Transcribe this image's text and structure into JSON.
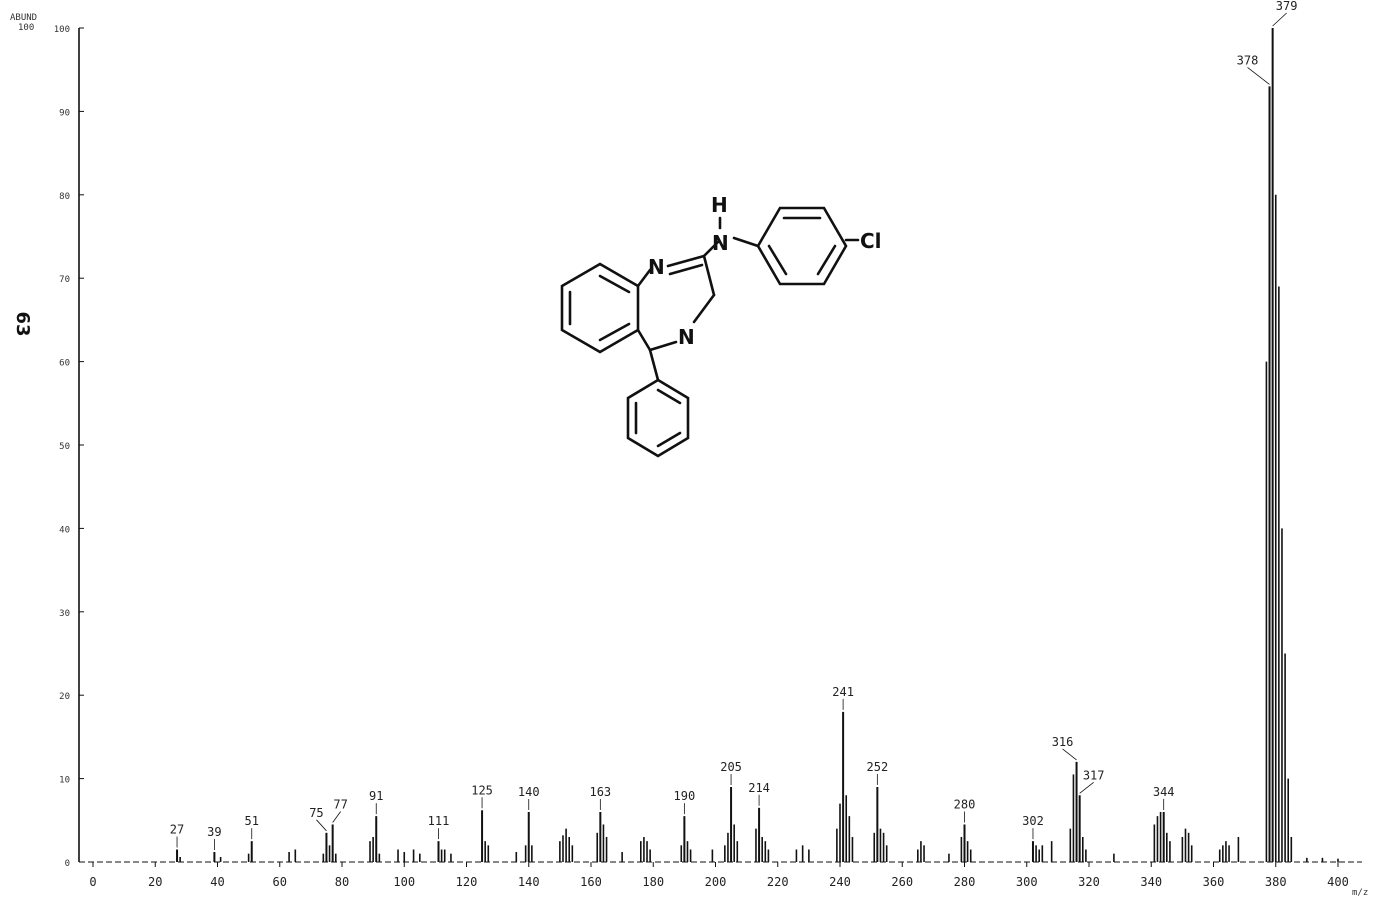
{
  "page": {
    "page_number": "63",
    "corner_label_top": "ABUND",
    "corner_label_bottom": "100"
  },
  "molecule": {
    "atom_labels": [
      "H",
      "N",
      "N",
      "N",
      "Cl"
    ]
  },
  "colors": {
    "ink": "#111111",
    "background": "#ffffff"
  },
  "chart_data": {
    "type": "bar",
    "xlabel": "m/z",
    "ylabel": "",
    "xlim": [
      0,
      415
    ],
    "ylim": [
      0,
      100
    ],
    "x_ticks": [
      {
        "value": 0,
        "label": "0"
      },
      {
        "value": 20,
        "label": "20"
      },
      {
        "value": 40,
        "label": "40"
      },
      {
        "value": 60,
        "label": "60"
      },
      {
        "value": 80,
        "label": "80"
      },
      {
        "value": 100,
        "label": "100"
      },
      {
        "value": 120,
        "label": "120"
      },
      {
        "value": 140,
        "label": "140"
      },
      {
        "value": 160,
        "label": "160"
      },
      {
        "value": 180,
        "label": "180"
      },
      {
        "value": 200,
        "label": "200"
      },
      {
        "value": 220,
        "label": "220"
      },
      {
        "value": 240,
        "label": "240"
      },
      {
        "value": 260,
        "label": "260"
      },
      {
        "value": 280,
        "label": "280"
      },
      {
        "value": 300,
        "label": "300"
      },
      {
        "value": 320,
        "label": "320"
      },
      {
        "value": 340,
        "label": "340"
      },
      {
        "value": 360,
        "label": "360"
      },
      {
        "value": 380,
        "label": "380"
      },
      {
        "value": 400,
        "label": "400"
      }
    ],
    "y_ticks": [
      {
        "value": 0,
        "label": "0"
      },
      {
        "value": 10,
        "label": "10"
      },
      {
        "value": 20,
        "label": "20"
      },
      {
        "value": 30,
        "label": "30"
      },
      {
        "value": 40,
        "label": "40"
      },
      {
        "value": 50,
        "label": "50"
      },
      {
        "value": 60,
        "label": "60"
      },
      {
        "value": 70,
        "label": "70"
      },
      {
        "value": 80,
        "label": "80"
      },
      {
        "value": 90,
        "label": "90"
      },
      {
        "value": 100,
        "label": "100"
      }
    ],
    "labeled_peaks": [
      {
        "mz": 27,
        "intensity": 1.5,
        "label": "27"
      },
      {
        "mz": 39,
        "intensity": 1.2,
        "label": "39"
      },
      {
        "mz": 51,
        "intensity": 2.5,
        "label": "51"
      },
      {
        "mz": 75,
        "intensity": 3.5,
        "label": "75"
      },
      {
        "mz": 77,
        "intensity": 4.5,
        "label": "77"
      },
      {
        "mz": 91,
        "intensity": 5.5,
        "label": "91"
      },
      {
        "mz": 111,
        "intensity": 2.5,
        "label": "111"
      },
      {
        "mz": 125,
        "intensity": 6.2,
        "label": "125"
      },
      {
        "mz": 140,
        "intensity": 6.0,
        "label": "140"
      },
      {
        "mz": 163,
        "intensity": 6.0,
        "label": "163"
      },
      {
        "mz": 190,
        "intensity": 5.5,
        "label": "190"
      },
      {
        "mz": 205,
        "intensity": 9.0,
        "label": "205"
      },
      {
        "mz": 214,
        "intensity": 6.5,
        "label": "214"
      },
      {
        "mz": 241,
        "intensity": 18.0,
        "label": "241"
      },
      {
        "mz": 252,
        "intensity": 9.0,
        "label": "252"
      },
      {
        "mz": 280,
        "intensity": 4.5,
        "label": "280"
      },
      {
        "mz": 302,
        "intensity": 2.5,
        "label": "302"
      },
      {
        "mz": 316,
        "intensity": 12.0,
        "label": "316"
      },
      {
        "mz": 317,
        "intensity": 8.0,
        "label": "317"
      },
      {
        "mz": 344,
        "intensity": 6.0,
        "label": "344"
      },
      {
        "mz": 378,
        "intensity": 93.0,
        "label": "378"
      },
      {
        "mz": 379,
        "intensity": 100.0,
        "label": "379"
      }
    ],
    "minor_peaks": [
      {
        "mz": 28,
        "intensity": 0.6
      },
      {
        "mz": 41,
        "intensity": 0.6
      },
      {
        "mz": 50,
        "intensity": 1.0
      },
      {
        "mz": 63,
        "intensity": 1.2
      },
      {
        "mz": 65,
        "intensity": 1.5
      },
      {
        "mz": 74,
        "intensity": 1.0
      },
      {
        "mz": 76,
        "intensity": 2.0
      },
      {
        "mz": 78,
        "intensity": 1.0
      },
      {
        "mz": 89,
        "intensity": 2.5
      },
      {
        "mz": 90,
        "intensity": 3.0
      },
      {
        "mz": 92,
        "intensity": 1.0
      },
      {
        "mz": 98,
        "intensity": 1.5
      },
      {
        "mz": 100,
        "intensity": 1.2
      },
      {
        "mz": 103,
        "intensity": 1.5
      },
      {
        "mz": 105,
        "intensity": 1.0
      },
      {
        "mz": 112,
        "intensity": 1.5
      },
      {
        "mz": 113,
        "intensity": 1.5
      },
      {
        "mz": 115,
        "intensity": 1.0
      },
      {
        "mz": 126,
        "intensity": 2.5
      },
      {
        "mz": 127,
        "intensity": 2.0
      },
      {
        "mz": 136,
        "intensity": 1.2
      },
      {
        "mz": 139,
        "intensity": 2.0
      },
      {
        "mz": 141,
        "intensity": 2.0
      },
      {
        "mz": 150,
        "intensity": 2.5
      },
      {
        "mz": 151,
        "intensity": 3.2
      },
      {
        "mz": 152,
        "intensity": 4.0
      },
      {
        "mz": 153,
        "intensity": 3.0
      },
      {
        "mz": 154,
        "intensity": 2.0
      },
      {
        "mz": 162,
        "intensity": 3.5
      },
      {
        "mz": 164,
        "intensity": 4.5
      },
      {
        "mz": 165,
        "intensity": 3.0
      },
      {
        "mz": 170,
        "intensity": 1.2
      },
      {
        "mz": 176,
        "intensity": 2.5
      },
      {
        "mz": 177,
        "intensity": 3.0
      },
      {
        "mz": 178,
        "intensity": 2.5
      },
      {
        "mz": 179,
        "intensity": 1.5
      },
      {
        "mz": 189,
        "intensity": 2.0
      },
      {
        "mz": 191,
        "intensity": 2.5
      },
      {
        "mz": 192,
        "intensity": 1.5
      },
      {
        "mz": 199,
        "intensity": 1.5
      },
      {
        "mz": 203,
        "intensity": 2.0
      },
      {
        "mz": 204,
        "intensity": 3.5
      },
      {
        "mz": 206,
        "intensity": 4.5
      },
      {
        "mz": 207,
        "intensity": 2.5
      },
      {
        "mz": 213,
        "intensity": 4.0
      },
      {
        "mz": 215,
        "intensity": 3.0
      },
      {
        "mz": 216,
        "intensity": 2.5
      },
      {
        "mz": 217,
        "intensity": 1.5
      },
      {
        "mz": 226,
        "intensity": 1.5
      },
      {
        "mz": 228,
        "intensity": 2.0
      },
      {
        "mz": 230,
        "intensity": 1.5
      },
      {
        "mz": 239,
        "intensity": 4.0
      },
      {
        "mz": 240,
        "intensity": 7.0
      },
      {
        "mz": 242,
        "intensity": 8.0
      },
      {
        "mz": 243,
        "intensity": 5.5
      },
      {
        "mz": 244,
        "intensity": 3.0
      },
      {
        "mz": 251,
        "intensity": 3.5
      },
      {
        "mz": 253,
        "intensity": 4.0
      },
      {
        "mz": 254,
        "intensity": 3.5
      },
      {
        "mz": 255,
        "intensity": 2.0
      },
      {
        "mz": 265,
        "intensity": 1.5
      },
      {
        "mz": 266,
        "intensity": 2.5
      },
      {
        "mz": 267,
        "intensity": 2.0
      },
      {
        "mz": 275,
        "intensity": 1.0
      },
      {
        "mz": 279,
        "intensity": 3.0
      },
      {
        "mz": 281,
        "intensity": 2.5
      },
      {
        "mz": 282,
        "intensity": 1.5
      },
      {
        "mz": 303,
        "intensity": 2.0
      },
      {
        "mz": 304,
        "intensity": 1.5
      },
      {
        "mz": 305,
        "intensity": 2.0
      },
      {
        "mz": 308,
        "intensity": 2.5
      },
      {
        "mz": 314,
        "intensity": 4.0
      },
      {
        "mz": 315,
        "intensity": 10.5
      },
      {
        "mz": 318,
        "intensity": 3.0
      },
      {
        "mz": 319,
        "intensity": 1.5
      },
      {
        "mz": 328,
        "intensity": 1.0
      },
      {
        "mz": 341,
        "intensity": 4.5
      },
      {
        "mz": 342,
        "intensity": 5.5
      },
      {
        "mz": 343,
        "intensity": 6.0
      },
      {
        "mz": 345,
        "intensity": 3.5
      },
      {
        "mz": 346,
        "intensity": 2.5
      },
      {
        "mz": 350,
        "intensity": 3.0
      },
      {
        "mz": 351,
        "intensity": 4.0
      },
      {
        "mz": 352,
        "intensity": 3.5
      },
      {
        "mz": 353,
        "intensity": 2.0
      },
      {
        "mz": 362,
        "intensity": 1.5
      },
      {
        "mz": 363,
        "intensity": 2.0
      },
      {
        "mz": 364,
        "intensity": 2.5
      },
      {
        "mz": 365,
        "intensity": 2.0
      },
      {
        "mz": 368,
        "intensity": 3.0
      },
      {
        "mz": 377,
        "intensity": 60.0
      },
      {
        "mz": 380,
        "intensity": 80.0
      },
      {
        "mz": 381,
        "intensity": 69.0
      },
      {
        "mz": 382,
        "intensity": 40.0
      },
      {
        "mz": 383,
        "intensity": 25.0
      },
      {
        "mz": 384,
        "intensity": 10.0
      },
      {
        "mz": 385,
        "intensity": 3.0
      },
      {
        "mz": 390,
        "intensity": 0.5
      },
      {
        "mz": 395,
        "intensity": 0.5
      },
      {
        "mz": 400,
        "intensity": 0.4
      }
    ]
  }
}
